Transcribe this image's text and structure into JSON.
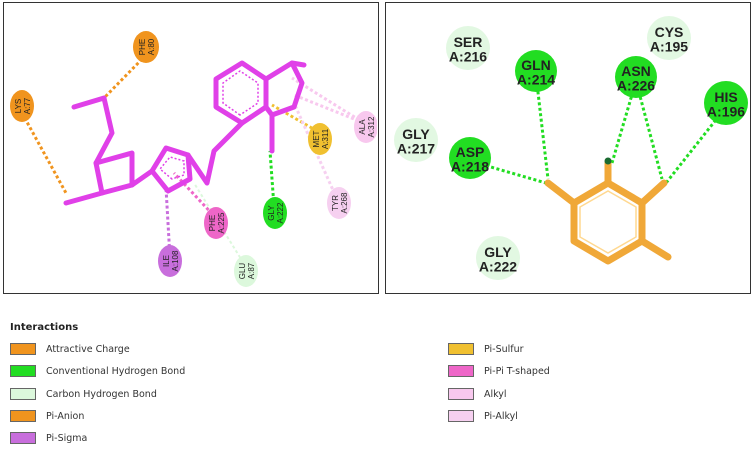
{
  "colors": {
    "ligand_left": "#e040e8",
    "ligand_right": "#f0a838",
    "attractive_charge": "#f0941e",
    "conventional_hbond": "#22dd22",
    "carbon_hbond": "#dcf8dc",
    "pi_anion": "#f0941e",
    "pi_sigma": "#c86edc",
    "pi_sulfur": "#f0c030",
    "pi_pi_tshaped": "#ee66c8",
    "alkyl": "#f8c8ee",
    "pi_alkyl": "#f6d0f0"
  },
  "left_panel": {
    "residues": [
      {
        "id": "phe80",
        "name": "PHE",
        "chain": "A:80"
      },
      {
        "id": "lys77",
        "name": "LYS",
        "chain": "A:77"
      },
      {
        "id": "met311",
        "name": "MET",
        "chain": "A:311"
      },
      {
        "id": "ala312",
        "name": "ALA",
        "chain": "A:312"
      },
      {
        "id": "tyr268",
        "name": "TYR",
        "chain": "A:268"
      },
      {
        "id": "gly222",
        "name": "GLY",
        "chain": "A:222"
      },
      {
        "id": "phe225",
        "name": "PHE",
        "chain": "A:225"
      },
      {
        "id": "ile108",
        "name": "ILE",
        "chain": "A:108"
      },
      {
        "id": "glu87",
        "name": "GLU",
        "chain": "A:87"
      }
    ]
  },
  "right_panel": {
    "residues": [
      {
        "id": "ser216",
        "name": "SER",
        "chain": "A:216"
      },
      {
        "id": "gln214",
        "name": "GLN",
        "chain": "A:214"
      },
      {
        "id": "cys195",
        "name": "CYS",
        "chain": "A:195"
      },
      {
        "id": "asn226",
        "name": "ASN",
        "chain": "A:226"
      },
      {
        "id": "his196",
        "name": "HIS",
        "chain": "A:196"
      },
      {
        "id": "gly217",
        "name": "GLY",
        "chain": "A:217"
      },
      {
        "id": "asp218",
        "name": "ASP",
        "chain": "A:218"
      },
      {
        "id": "gly222",
        "name": "GLY",
        "chain": "A:222"
      }
    ]
  },
  "legend": {
    "title": "Interactions",
    "items": [
      {
        "label": "Attractive Charge",
        "color": "#f0941e"
      },
      {
        "label": "Conventional Hydrogen Bond",
        "color": "#22dd22"
      },
      {
        "label": "Carbon Hydrogen Bond",
        "color": "#dcf8dc"
      },
      {
        "label": "Pi-Anion",
        "color": "#f0941e"
      },
      {
        "label": "Pi-Sigma",
        "color": "#c86edc"
      },
      {
        "label": "Pi-Sulfur",
        "color": "#f0c030"
      },
      {
        "label": "Pi-Pi T-shaped",
        "color": "#ee66c8"
      },
      {
        "label": "Alkyl",
        "color": "#f8c8ee"
      },
      {
        "label": "Pi-Alkyl",
        "color": "#f6d0f0"
      }
    ]
  }
}
